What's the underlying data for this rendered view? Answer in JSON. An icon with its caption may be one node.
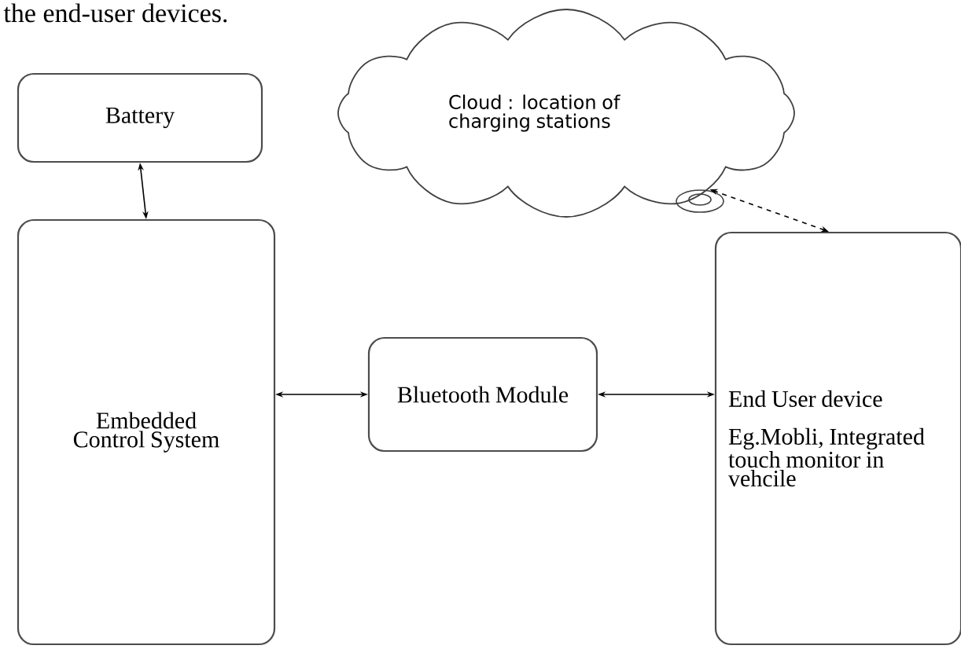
{
  "diagram": {
    "nodes": [
      {
        "text": [
          "Battery"
        ]
      },
      {
        "text": [
          "Embedded Control System"
        ]
      },
      {
        "text": [
          "Bluetooth Module"
        ]
      },
      {
        "text": [
          "Cloud : location of charging stations"
        ]
      },
      {
        "text": [
          "End User device",
          "Eg.Mobli, Integrated touch monitor in vehcile"
        ]
      }
    ],
    "edges": [
      {
        "from": 0,
        "to": 1,
        "arrow": "both"
      },
      {
        "from": 1,
        "to": 2,
        "arrow": "both"
      },
      {
        "from": 2,
        "to": 4,
        "arrow": "both"
      },
      {
        "from": 4,
        "to": 3,
        "arrow": "both",
        "style": "dashed"
      }
    ],
    "labels": [
      "the end-user devices."
    ]
  }
}
